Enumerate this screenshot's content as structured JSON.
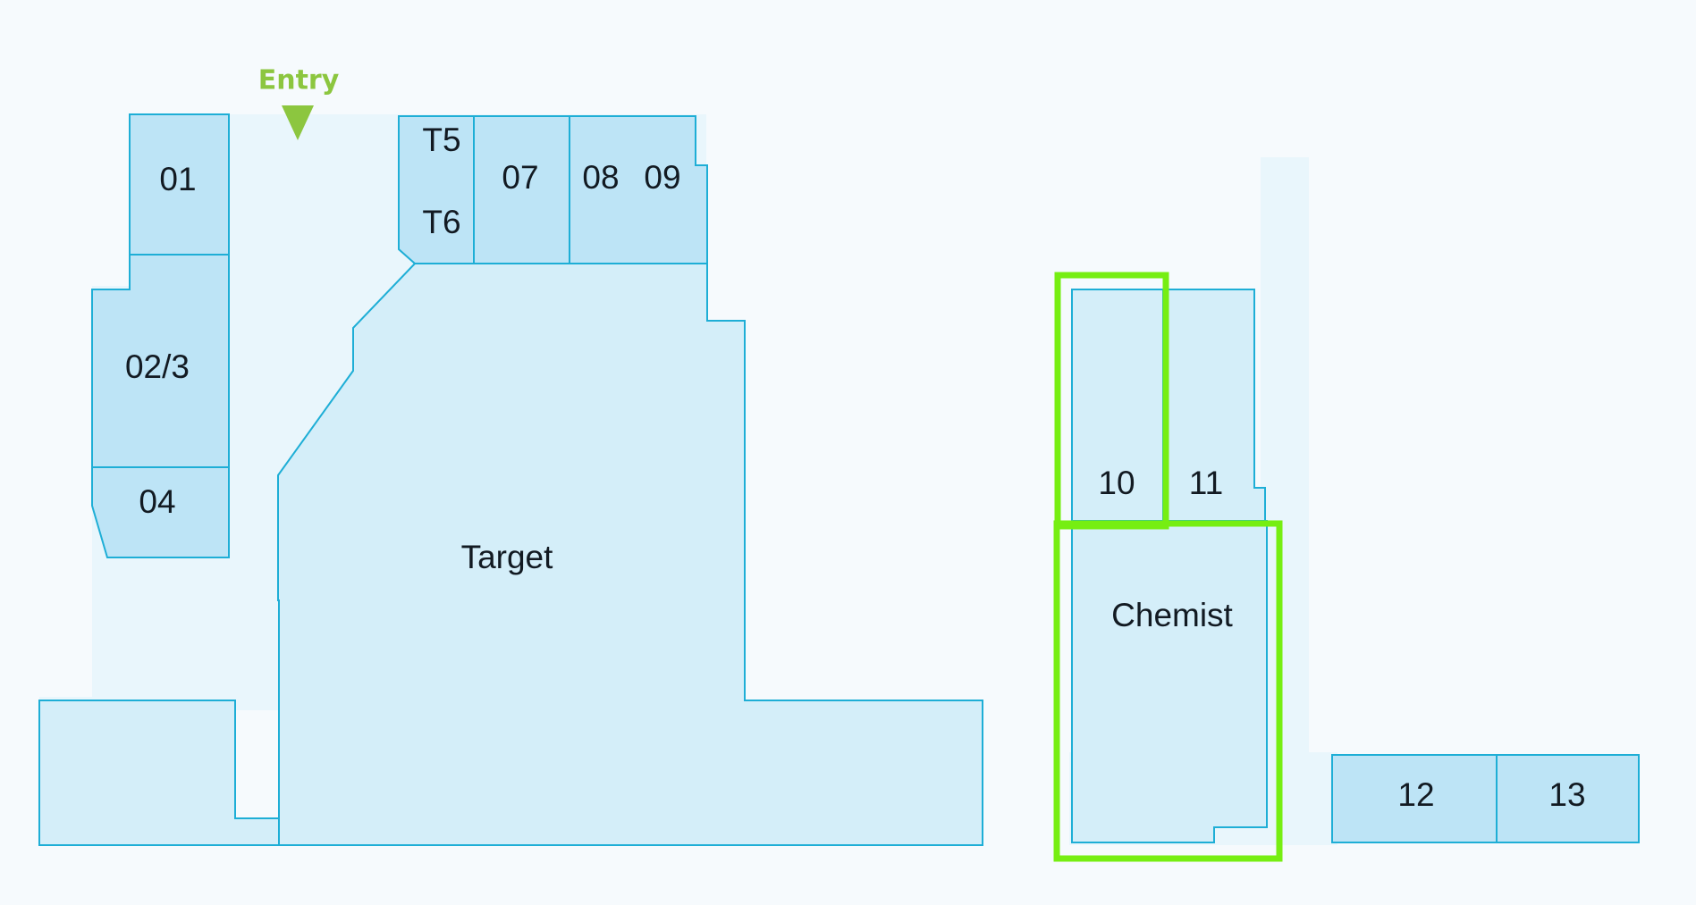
{
  "map": {
    "entry_label": "Entry",
    "tenants": {
      "t01": "01",
      "t023": "02/3",
      "t04": "04",
      "t5": "T5",
      "t6": "T6",
      "t07": "07",
      "t08": "08",
      "t09": "09",
      "target": "Target",
      "t10": "10",
      "t11": "11",
      "chemist": "Chemist",
      "t12": "12",
      "t13": "13"
    },
    "highlighted": [
      "10",
      "Chemist"
    ]
  },
  "colors": {
    "shop_fill": "#bde4f6",
    "anchor_fill": "#d4eef9",
    "walkway_fill": "#e9f6fc",
    "outline": "#1eaed6",
    "highlight": "#76ee12",
    "entry": "#8cc63f",
    "background": "#f6fafd"
  },
  "icons": {
    "entry_marker": "down-triangle-icon"
  }
}
